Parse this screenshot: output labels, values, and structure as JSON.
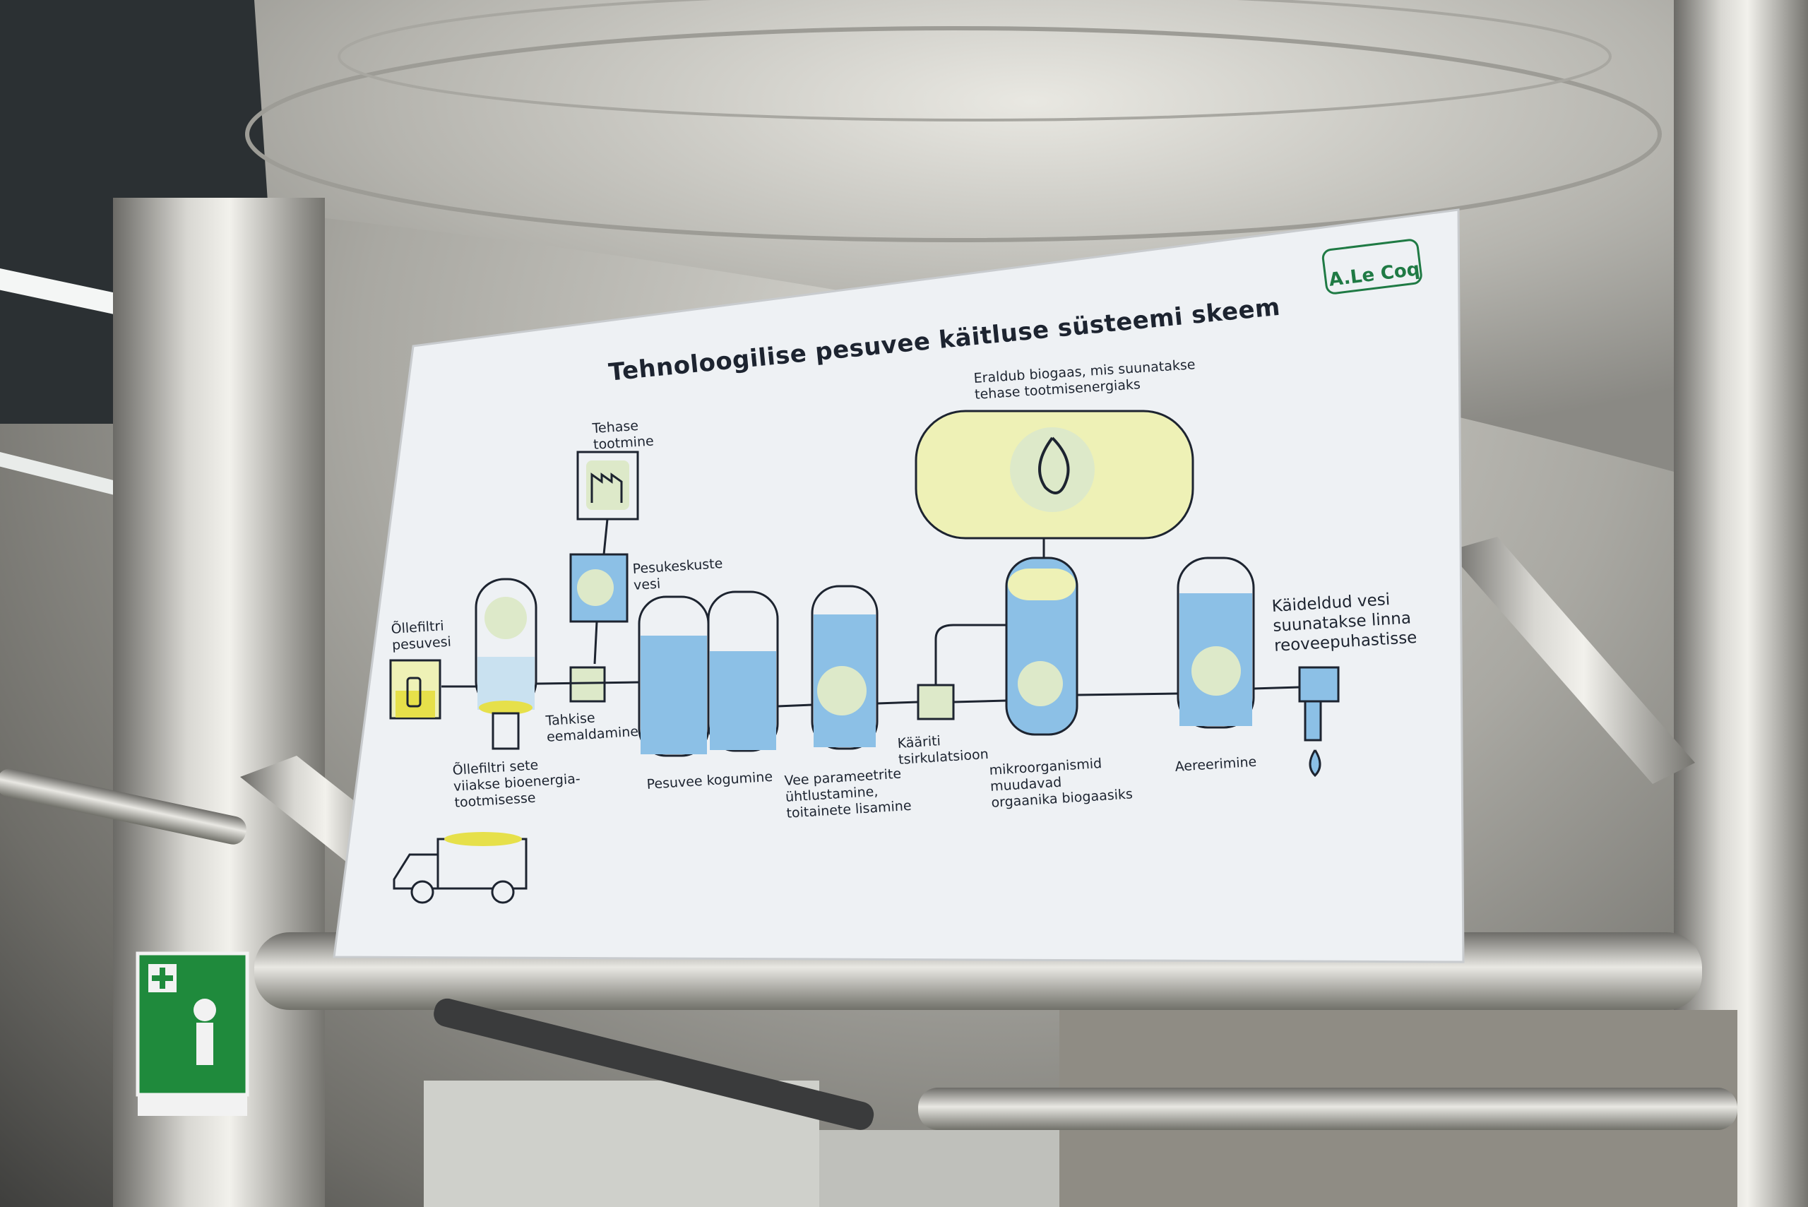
{
  "sign": {
    "title": "Tehnoloogilise pesuvee käitluse süsteemi skeem",
    "logo_text": "A.Le Coq",
    "labels": {
      "biogas": "Eraldub biogaas, mis suunatakse\ntehase tootmisenergiaks",
      "factory": "Tehase\ntootmine",
      "wash_stations": "Pesukeskuste\nvesi",
      "filter_wash": "Õllefiltri\npesuvesi",
      "solids": "Tahkise\neemaldamine",
      "filter_sludge": "Õllefiltri sete\nviiakse bioenergia-\ntootmisesse",
      "collection": "Pesuvee kogumine",
      "params": "Vee parameetrite\nühtlustamine,\ntoitainete lisamine",
      "circulation": "Kääriti\ntsirkulatsioon",
      "microorganisms": "mikroorganismid\nmuudavad\norgaanika biogaasiks",
      "aeration": "Aereerimine",
      "treated": "Käideldud vesi\nsuunatakse linna\nreoveepuhastisse"
    },
    "icons": [
      "factory-icon",
      "bottle-icon",
      "flame-icon",
      "gauge-icon",
      "fan-icon",
      "bacteria-icon",
      "wind-icon",
      "drop-icon",
      "truck-icon"
    ]
  },
  "colors": {
    "board": "#eef1f4",
    "water_blue": "#8cc0e6",
    "gas_yellow": "#eef1b6",
    "icon_green": "#dde9c9",
    "outline": "#1d2430",
    "logo_green": "#1f7a44"
  }
}
